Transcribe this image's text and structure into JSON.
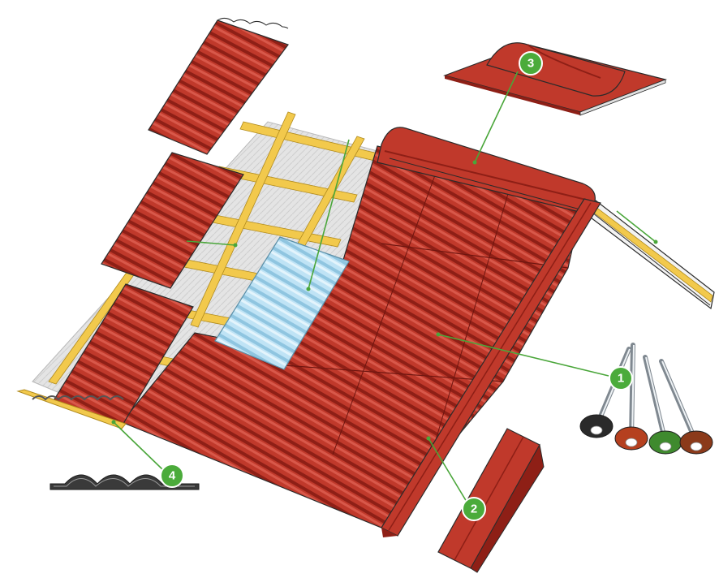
{
  "colors": {
    "sheet_red": "#c0392b",
    "sheet_dark": "#8e1f16",
    "sheet_light": "#d8584a",
    "skylight": "#bfe3f5",
    "timber": "#f2c94c",
    "timber_dark": "#b08a1c",
    "membrane": "#dcdcdc",
    "leader_green": "#4aa63a",
    "badge_green": "#4bab3b",
    "outline": "#2b2b2b"
  },
  "callouts": [
    {
      "id": "1",
      "label": "1",
      "part": "nail-fasteners"
    },
    {
      "id": "2",
      "label": "2",
      "part": "edge-flashing"
    },
    {
      "id": "3",
      "label": "3",
      "part": "ridge-cap"
    },
    {
      "id": "4",
      "label": "4",
      "part": "corrugated-profile"
    }
  ],
  "nails": [
    {
      "head": "#2a2a2a",
      "name": "black"
    },
    {
      "head": "#b5401f",
      "name": "red"
    },
    {
      "head": "#3f8a2e",
      "name": "green"
    },
    {
      "head": "#8b3a1a",
      "name": "brown"
    }
  ]
}
